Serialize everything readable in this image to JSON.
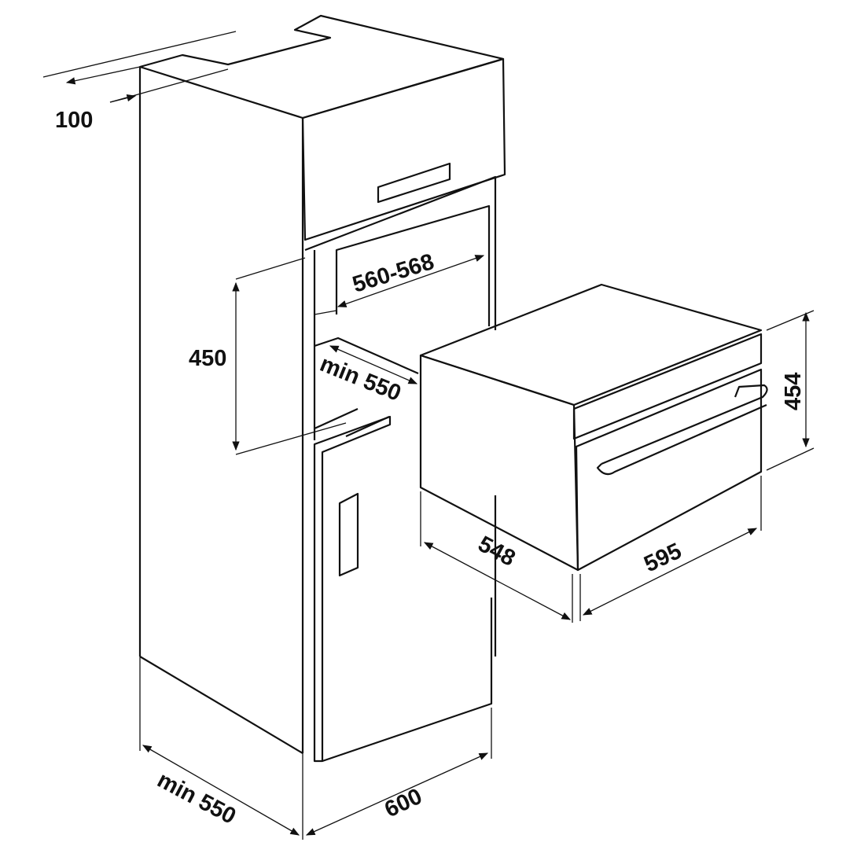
{
  "diagram": {
    "dimensions": {
      "top_gap": "100",
      "niche_width": "560-568",
      "niche_height": "450",
      "niche_depth": "min 550",
      "oven_height": "454",
      "oven_depth": "548",
      "oven_width": "595",
      "cabinet_depth": "min 550",
      "cabinet_width": "600"
    },
    "line_color": "#111111"
  }
}
